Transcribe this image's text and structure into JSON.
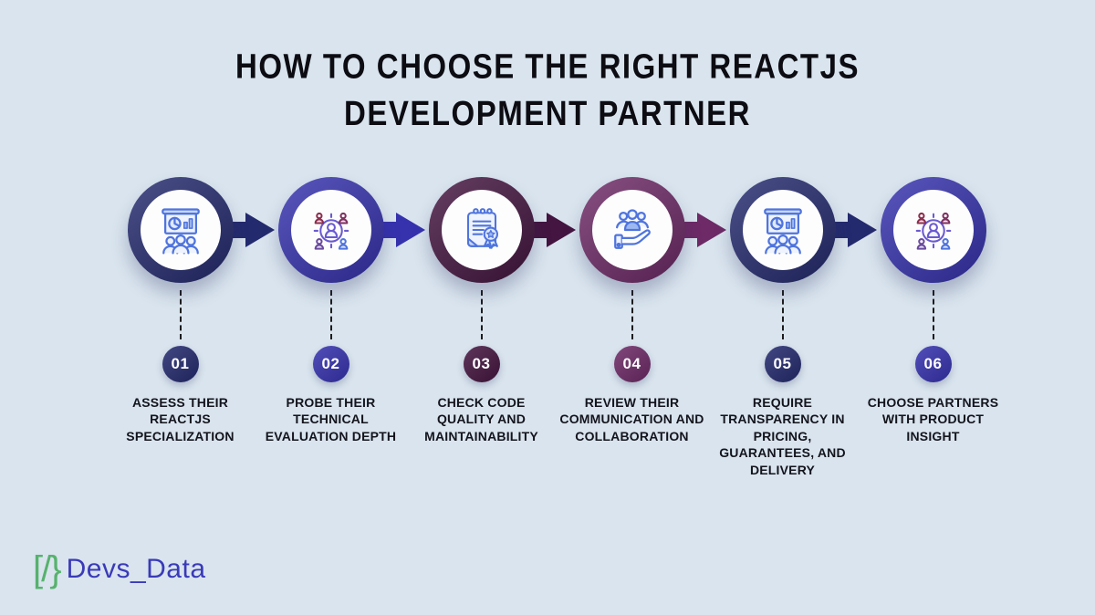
{
  "title": {
    "line1": "HOW TO CHOOSE THE RIGHT REACTJS",
    "line2": "DEVELOPMENT PARTNER"
  },
  "steps": [
    {
      "number": "01",
      "label": "ASSESS THEIR REACTJS SPECIALIZATION",
      "icon": "team-presentation-icon",
      "color": "#242a6e",
      "has_arrow": true
    },
    {
      "number": "02",
      "label": "PROBE THEIR TECHNICAL EVALUATION DEPTH",
      "icon": "candidate-network-icon",
      "color": "#3632ae",
      "has_arrow": true
    },
    {
      "number": "03",
      "label": "CHECK CODE QUALITY AND MAINTAINABILITY",
      "icon": "certified-notes-icon",
      "color": "#441540",
      "has_arrow": true
    },
    {
      "number": "04",
      "label": "REVIEW THEIR COMMUNICATION AND COLLABORATION",
      "icon": "team-care-icon",
      "color": "#6d2a66",
      "has_arrow": true
    },
    {
      "number": "05",
      "label": "REQUIRE TRANSPARENCY IN PRICING, GUARANTEES, AND DELIVERY",
      "icon": "team-presentation-icon",
      "color": "#242a6e",
      "has_arrow": true
    },
    {
      "number": "06",
      "label": "CHOOSE PARTNERS WITH PRODUCT INSIGHT",
      "icon": "candidate-network-icon",
      "color": "#3632ae",
      "has_arrow": false
    }
  ],
  "logo": {
    "mark": "[/}",
    "text": "Devs_Data",
    "mark_color": "#57b26d",
    "text_color": "#3a3ab8"
  },
  "colors": {
    "background": "#d9e4ee",
    "title_text": "#0c0c12",
    "connector": "#1c1c1c",
    "icon_blue": "#4f74dd",
    "icon_maroon": "#8c2f4f",
    "icon_purple": "#6a4a9e"
  }
}
